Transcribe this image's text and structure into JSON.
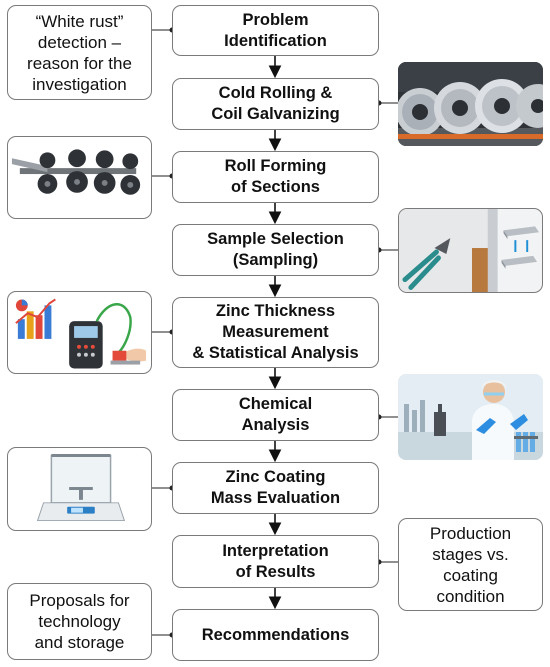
{
  "steps": [
    {
      "line1": "Problem",
      "line2": "Identification"
    },
    {
      "line1": "Cold Rolling &",
      "line2": "Coil Galvanizing"
    },
    {
      "line1": "Roll Forming",
      "line2": "of Sections"
    },
    {
      "line1": "Sample Selection",
      "line2": "(Sampling)"
    },
    {
      "line1": "Zinc Thickness",
      "line2": "Measurement",
      "line3": "& Statistical Analysis"
    },
    {
      "line1": "Chemical",
      "line2": "Analysis"
    },
    {
      "line1": "Zinc Coating",
      "line2": "Mass Evaluation"
    },
    {
      "line1": "Interpretation",
      "line2": "of Results"
    },
    {
      "line1": "Recommendations"
    }
  ],
  "notes": {
    "white_rust": {
      "line1": "“White rust”",
      "line2": "detection –",
      "line3": "reason for the",
      "line4": "investigation"
    },
    "production": {
      "line1": "Production",
      "line2": "stages vs.",
      "line3": "coating",
      "line4": "condition"
    },
    "proposals": {
      "line1": "Proposals for",
      "line2": "technology",
      "line3": "and storage"
    }
  },
  "images": {
    "coils": "steel-coils-photo",
    "roll_forming": "roll-forming-machine-illustration",
    "sampling": "sample-cutting-illustration",
    "thickness_gauge": "thickness-gauge-and-chart-illustration",
    "chemical_lab": "laboratory-scientist-photo",
    "balance": "analytical-balance-illustration"
  },
  "colors": {
    "border": "#7a7a7a",
    "arrow": "#111111"
  }
}
